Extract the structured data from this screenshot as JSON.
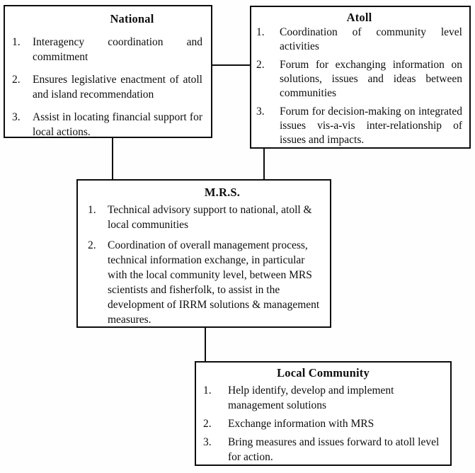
{
  "diagram": {
    "colors": {
      "ink": "#0d0d0d",
      "paper": "#ffffff"
    },
    "boxes": [
      {
        "id": "national",
        "title": "National",
        "items": [
          {
            "num": "1.",
            "text": "Interagency coordination and commitment"
          },
          {
            "num": "2.",
            "text": "Ensures legislative enactment of atoll and island recommendation"
          },
          {
            "num": "3.",
            "text": "Assist in locating financial support for local actions."
          }
        ]
      },
      {
        "id": "atoll",
        "title": "Atoll",
        "items": [
          {
            "num": "1.",
            "text": "Coordination of community level activities"
          },
          {
            "num": "2.",
            "text": "Forum for exchanging information on solutions, issues and ideas between communities"
          },
          {
            "num": "3.",
            "text": "Forum for decision-making on integrated issues vis-a-vis inter-relationship of issues and impacts."
          }
        ]
      },
      {
        "id": "mrs",
        "title": "M.R.S.",
        "items": [
          {
            "num": "1.",
            "text": "Technical advisory support to national, atoll & local communities"
          },
          {
            "num": "2.",
            "text": "Coordination of overall management process, technical information exchange, in particular with the local community level, between MRS scientists and fisherfolk, to assist in the development of IRRM solutions & management measures."
          }
        ]
      },
      {
        "id": "local-community",
        "title": "Local Community",
        "items": [
          {
            "num": "1.",
            "text": "Help identify, develop and implement management solutions"
          },
          {
            "num": "2.",
            "text": "Exchange information with MRS"
          },
          {
            "num": "3.",
            "text": "Bring measures and issues forward to atoll level for action."
          }
        ]
      }
    ],
    "connections": [
      {
        "from": "national",
        "to": "atoll"
      },
      {
        "from": "national",
        "to": "mrs"
      },
      {
        "from": "atoll",
        "to": "mrs"
      },
      {
        "from": "mrs",
        "to": "local-community"
      }
    ]
  }
}
